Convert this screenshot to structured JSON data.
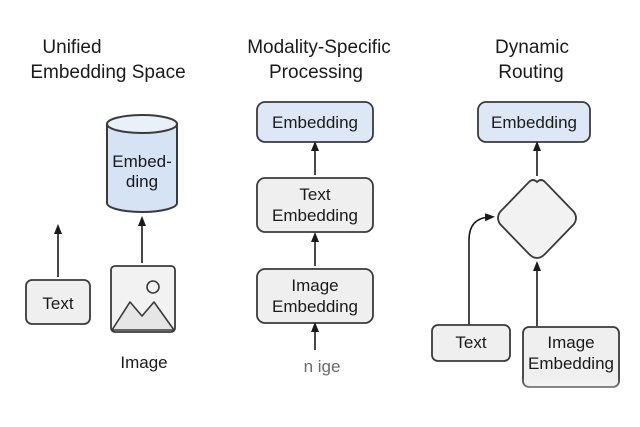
{
  "colors": {
    "stroke": "#3a3a3a",
    "box_fill_gray": "#efefef",
    "box_fill_blue": "#dde7f6",
    "cylinder_fill": "#d6e3f5",
    "arrow": "#1a1a1a"
  },
  "panels": {
    "unified": {
      "title_line1": "Unified",
      "title_line2": "Embedding Space",
      "cylinder_line1": "Embed-",
      "cylinder_line2": "ding",
      "text_box": "Text",
      "image_icon": "image-icon",
      "image_label": "Image"
    },
    "modality": {
      "title_line1": "Modality-Specific",
      "title_line2": "Processing",
      "top_box": "Embedding",
      "text_emb_line1": "Text",
      "text_emb_line2": "Embedding",
      "image_emb_line1": "Image",
      "image_emb_line2": "Embedding",
      "input_label": "n ige"
    },
    "dynamic": {
      "title_line1": "Dynamic",
      "title_line2": "Routing",
      "top_box": "Embedding",
      "text_box": "Text",
      "image_emb_line1": "Image",
      "image_emb_line2": "Embedding"
    }
  }
}
